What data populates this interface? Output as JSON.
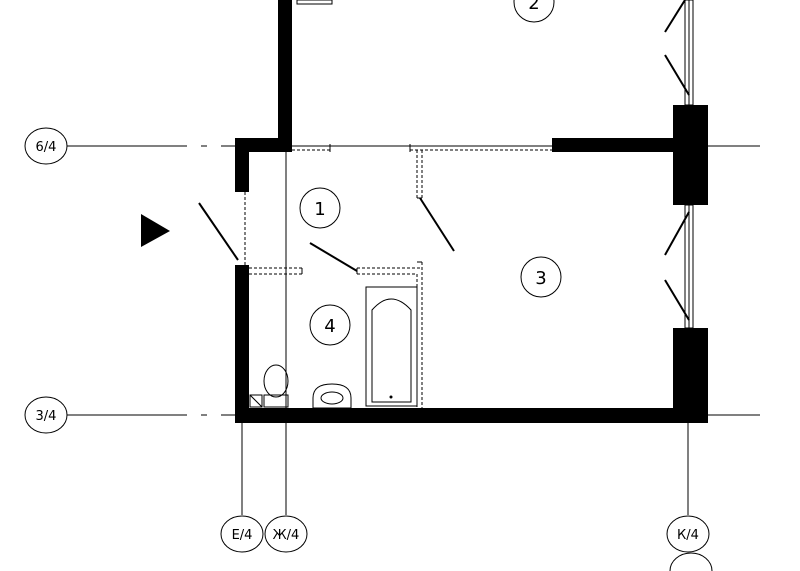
{
  "axes": {
    "horizontal": [
      {
        "id": "axis-6-4",
        "label": "6/4"
      },
      {
        "id": "axis-3-4",
        "label": "3/4"
      }
    ],
    "vertical": [
      {
        "id": "axis-e-4",
        "label": "Е/4"
      },
      {
        "id": "axis-zh-4",
        "label": "Ж/4"
      },
      {
        "id": "axis-k-4",
        "label": "К/4"
      }
    ]
  },
  "rooms": [
    {
      "id": "room-1",
      "label": "1"
    },
    {
      "id": "room-2",
      "label": "2"
    },
    {
      "id": "room-3",
      "label": "3"
    },
    {
      "id": "room-4",
      "label": "4"
    }
  ],
  "colors": {
    "line": "#000000",
    "background": "#ffffff"
  }
}
